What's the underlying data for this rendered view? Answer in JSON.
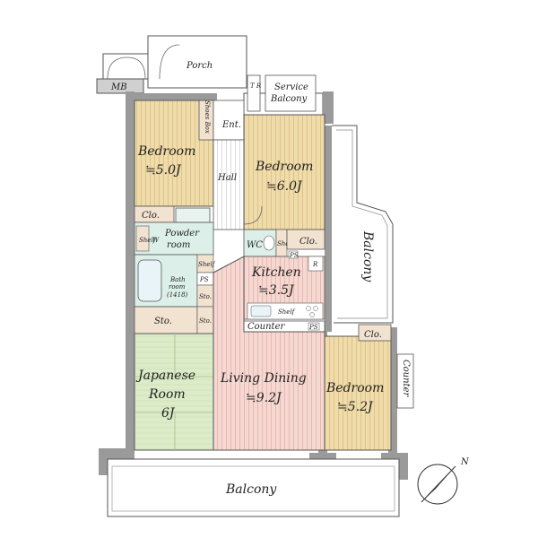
{
  "labels": {
    "porch": "Porch",
    "mb": "MB",
    "tr": "T R",
    "service_balcony_1": "Service",
    "service_balcony_2": "Balcony",
    "shoes_box": "Shoes Box",
    "entrance": "Ent.",
    "hall": "Hall",
    "bedroom_nw_name": "Bedroom",
    "bedroom_nw_size": "≒5.0J",
    "bedroom_n_name": "Bedroom",
    "bedroom_n_size": "≒6.0J",
    "closet_1": "Clo.",
    "closet_2": "Clo.",
    "closet_3": "Clo.",
    "powder_room_1": "Powder",
    "powder_room_2": "room",
    "shelf_1": "Shelf",
    "shelf_2": "Shelf",
    "shelf_3": "Shelf",
    "shelf_4": "Shelf",
    "w": "W",
    "wc": "WC",
    "ps_1": "PS",
    "ps_2": "PS",
    "ps_3": "PS",
    "r": "R",
    "bathroom_1": "Bath",
    "bathroom_2": "room",
    "bathroom_3": "(1418)",
    "sto_1": "Sto.",
    "sto_2": "Sto.",
    "sto_3": "Sto.",
    "kitchen_name": "Kitchen",
    "kitchen_size": "≒3.5J",
    "counter_1": "Counter",
    "counter_2": "Counter",
    "balcony_east": "Balcony",
    "japanese_1": "Japanese",
    "japanese_2": "Room",
    "japanese_3": "6J",
    "living_name": "Living Dining",
    "living_size": "≒9.2J",
    "bedroom_se_name": "Bedroom",
    "bedroom_se_size": "≒5.2J",
    "balcony_south": "Balcony",
    "north": "N"
  },
  "colors": {
    "wood_floor": "#f0dcaa",
    "wood_line": "#d9bd80",
    "living_floor": "#f6d8d2",
    "living_line": "#e2b0a6",
    "tatami": "#dcebc8",
    "wet_area": "#dcefe8",
    "storage": "#f2e2d0",
    "wall": "#9a9a9a",
    "line": "#555555"
  }
}
